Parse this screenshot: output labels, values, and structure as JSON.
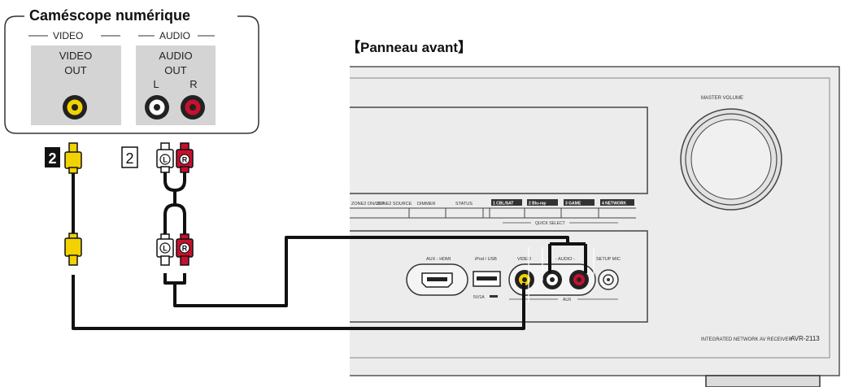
{
  "camcorder": {
    "title": "Caméscope numérique",
    "video_header": "VIDEO",
    "audio_header": "AUDIO",
    "video_out_line1": "VIDEO",
    "video_out_line2": "OUT",
    "audio_out_line1": "AUDIO",
    "audio_out_line2": "OUT",
    "left_label": "L",
    "right_label": "R"
  },
  "panel_title": "【Panneau avant】",
  "cables": {
    "video_step_label": "2",
    "audio_step_label": "2",
    "plug_left_letter": "L",
    "plug_right_letter": "R"
  },
  "receiver": {
    "buttons": [
      "ZONE2 ON/OFF",
      "ZONE2 SOURCE",
      "DIMMER",
      "STATUS"
    ],
    "quick_buttons": [
      "1 CBL/SAT",
      "2 Blu-ray",
      "3 GAME",
      "4 NETWORK"
    ],
    "quick_select_label": "QUICK SELECT",
    "master_volume_label": "MASTER VOLUME",
    "port_labels": {
      "aux_hdmi": "AUX - HDMI",
      "ipod_usb": "iPod / USB",
      "video": "VIDEO",
      "audio": "- AUDIO -",
      "setup_mic": "SETUP MIC",
      "usb_power": "5V/1A",
      "aux": "AUX"
    },
    "model_prefix": "INTEGRATED NETWORK AV RECEIVER",
    "model_name": "AVR-2113"
  },
  "colors": {
    "yellow": "#f2d200",
    "red": "#c8102e",
    "cable": "#111111",
    "panel_gray": "#d4d4d4",
    "receiver_bg": "#ececec"
  }
}
